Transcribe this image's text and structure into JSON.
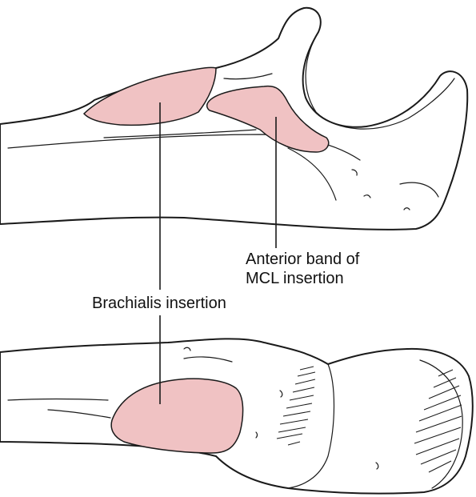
{
  "labels": {
    "mcl_line1": "Anterior band of",
    "mcl_line2": "MCL insertion",
    "brachialis": "Brachialis insertion"
  },
  "colors": {
    "insertion_fill": "#f0c2c3",
    "insertion_stroke": "#1a1a1a",
    "line": "#1a1a1a",
    "background": "#ffffff"
  }
}
